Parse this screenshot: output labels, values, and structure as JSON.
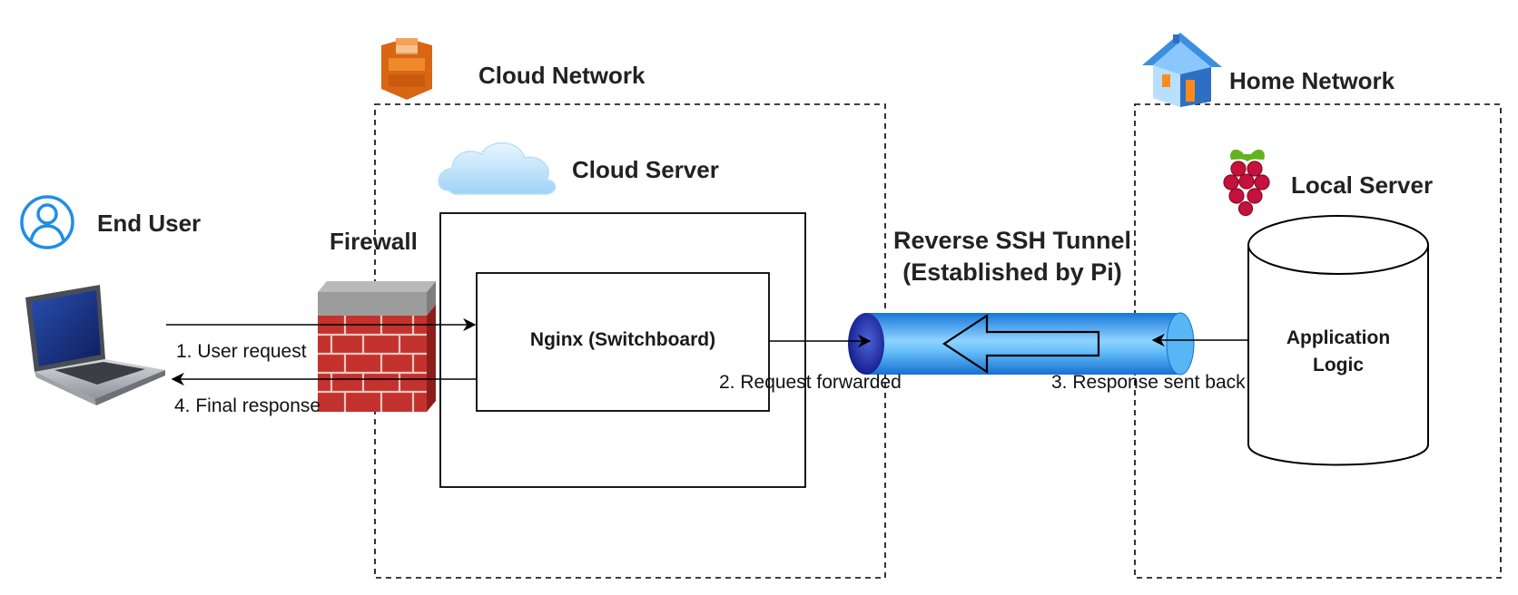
{
  "groups": {
    "cloud_network": "Cloud Network",
    "cloud_server": "Cloud Server",
    "home_network": "Home Network",
    "local_server": "Local Server"
  },
  "actors": {
    "end_user": "End User",
    "firewall": "Firewall"
  },
  "nodes": {
    "nginx": "Nginx (Switchboard)",
    "app_logic_line1": "Application",
    "app_logic_line2": "Logic"
  },
  "tunnel": {
    "title_line1": "Reverse SSH Tunnel",
    "title_line2": "(Established by Pi)",
    "color": "#2f8fe8"
  },
  "steps": {
    "s1": "1. User request",
    "s2": "2. Request forwarded",
    "s3": "3. Response sent back",
    "s4": "4. Final response"
  },
  "icons": {
    "user": "user-circle-icon",
    "laptop": "laptop-icon",
    "firewall": "brick-firewall-icon",
    "aws": "aws-stack-icon",
    "cloud": "cloud-icon",
    "house": "house-icon",
    "raspberry": "raspberry-pi-icon",
    "database": "cylinder-database-icon"
  },
  "colors": {
    "aws_orange": "#e8771e",
    "user_blue": "#1f8ee6",
    "house_blue": "#3c8fe0",
    "brick_red": "#c3322d",
    "raspberry_red": "#c4123c"
  }
}
